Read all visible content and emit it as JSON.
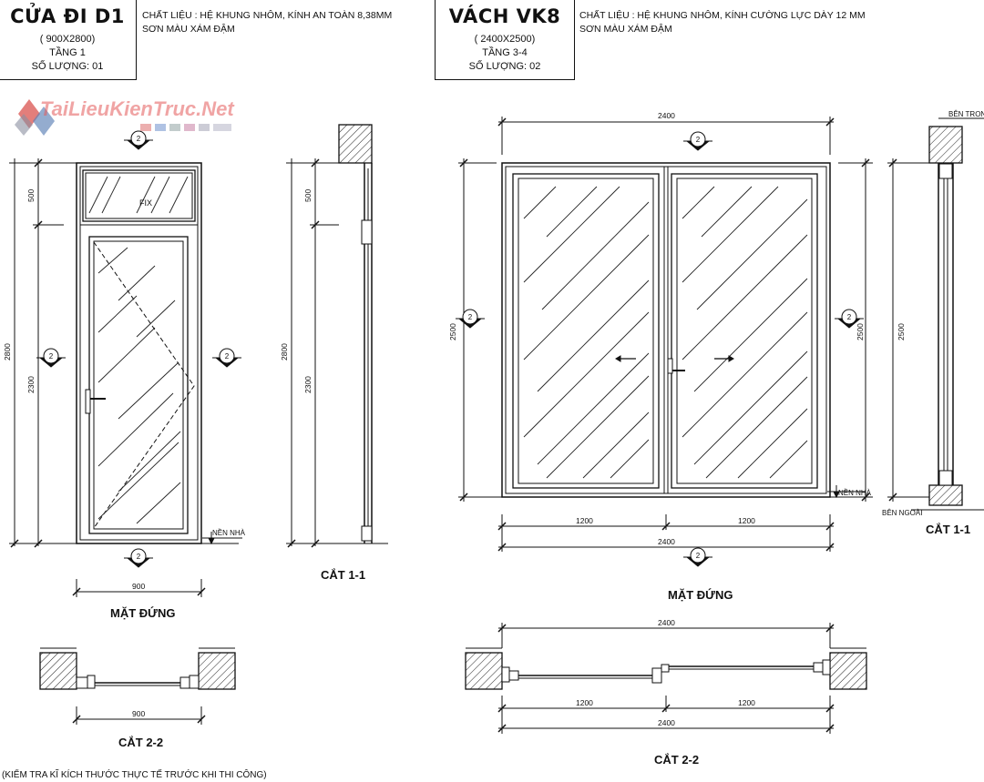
{
  "watermark": "TaiLieuKienTruc.Net",
  "d1": {
    "title": "CỬA ĐI D1",
    "size": "( 900X2800)",
    "floor": "TẦNG 1",
    "qty": "SỐ LƯỢNG: 01",
    "spec_line1": "CHẤT LIỆU : HỆ KHUNG NHÔM, KÍNH AN TOÀN 8,38MM",
    "spec_line2": "SƠN MÀU XÁM ĐẬM",
    "fix_label": "FIX",
    "dim_500": "500",
    "dim_2800": "2800",
    "dim_2300": "2300",
    "dim_900": "900",
    "nen_nha": "NỀN NHÀ",
    "elev_label": "MẶT ĐỨNG",
    "section11": "CẮT 1-1",
    "section22": "CẮT 2-2",
    "marker_num": "2"
  },
  "vk8": {
    "title": "VÁCH VK8",
    "size": "( 2400X2500)",
    "floor": "TẦNG 3-4",
    "qty": "SỐ LƯỢNG: 02",
    "spec_line1": "CHẤT LIỆU : HỆ KHUNG NHÔM, KÍNH CƯỜNG LỰC DÀY 12 MM",
    "spec_line2": "SƠN MÀU XÁM ĐẬM",
    "dim_2400": "2400",
    "dim_2500": "2500",
    "dim_1200": "1200",
    "nen_nha": "NỀN NHÀ",
    "ben_trong": "BÊN TRONG",
    "ben_ngoai": "BÊN NGOÀI",
    "elev_label": "MẶT ĐỨNG",
    "section11": "CẮT 1-1",
    "section22": "CẮT 2-2",
    "marker_num": "2"
  },
  "footnote": "(KIỂM TRA KĨ KÍCH THƯỚC THỰC TẾ TRƯỚC KHI THI CÔNG)"
}
